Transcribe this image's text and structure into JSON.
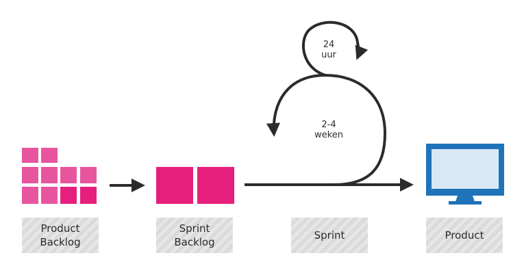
{
  "labels": {
    "product_backlog": [
      "Product",
      "Backlog"
    ],
    "sprint_backlog": [
      "Sprint",
      "Backlog"
    ],
    "sprint": "Sprint",
    "product": "Product"
  },
  "cycles": {
    "daily": [
      "24",
      "uur"
    ],
    "sprint": [
      "2-4",
      "weken"
    ]
  },
  "colors": {
    "backlog_light": "#e8559f",
    "backlog_dark": "#e61f7c",
    "arrow": "#2b2b2b",
    "monitor_frame": "#1f73b9",
    "monitor_screen": "#d8e9f6",
    "label_stripe_a": "#e6e6e6",
    "label_stripe_b": "#dadada"
  },
  "icons": {
    "product_backlog": "stacked-blocks-icon",
    "sprint_backlog": "two-blocks-icon",
    "product": "monitor-icon"
  }
}
